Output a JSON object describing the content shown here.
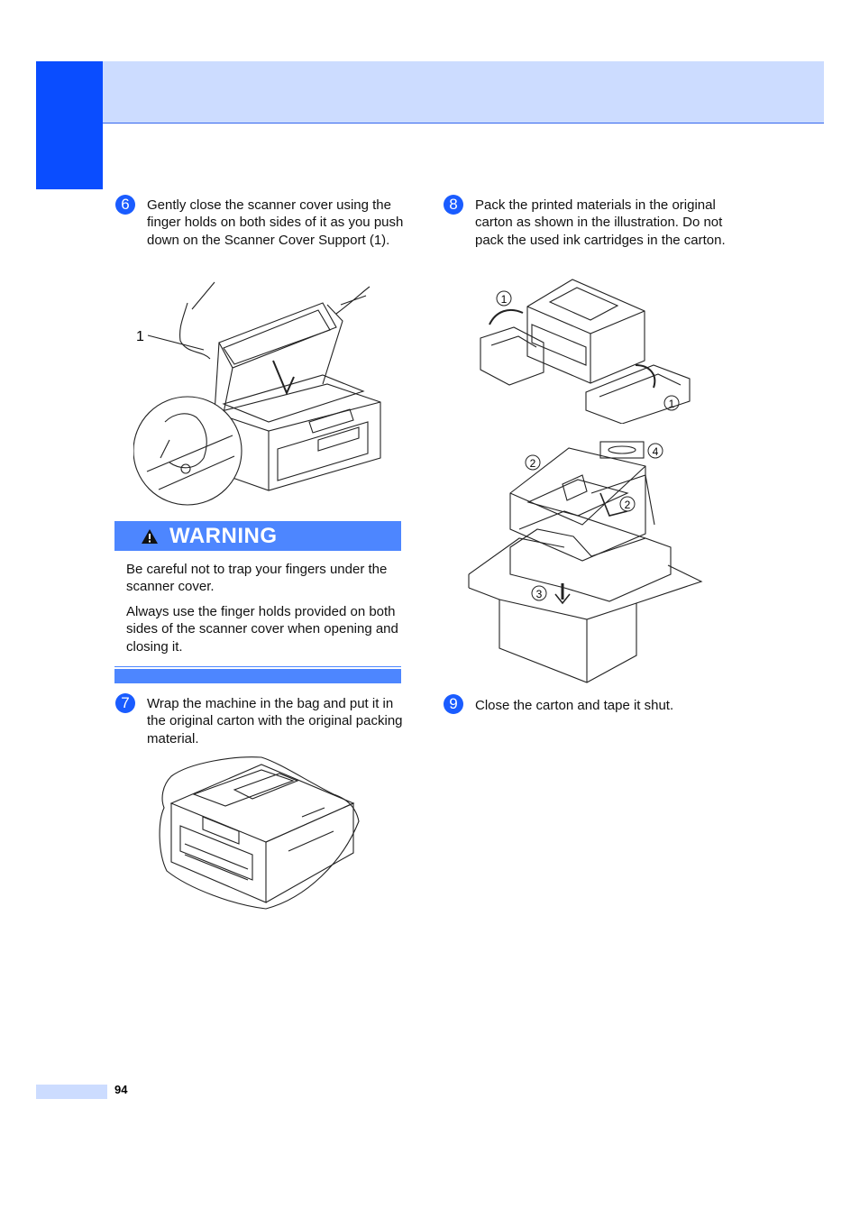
{
  "page": {
    "page_number": "94"
  },
  "steps": [
    {
      "badge": "6",
      "text": "Gently close the scanner cover using the finger holds on both sides of it as you push down on the Scanner Cover Support (1)."
    },
    {
      "badge": "7",
      "text": "Wrap the machine in the bag and put it in the original carton with the original packing material."
    },
    {
      "badge": "8",
      "text": "Pack the printed materials in the original carton as shown in the illustration. Do not pack the used ink cartridges in the carton."
    },
    {
      "badge": "9",
      "text": "Close the carton and tape it shut."
    }
  ],
  "warning": {
    "title": "WARNING",
    "paragraphs": [
      "Be careful not to trap your fingers under the scanner cover.",
      "Always use the finger holds provided on both sides of the scanner cover when opening and closing it."
    ]
  },
  "illustrations": {
    "scanner_callout": "1",
    "packing_callouts": [
      "1",
      "1",
      "2",
      "2",
      "3",
      "4"
    ]
  },
  "colors": {
    "header_band": "#ccdcff",
    "accent_blue": "#0a4dff",
    "warning_bar": "#4d86ff"
  }
}
